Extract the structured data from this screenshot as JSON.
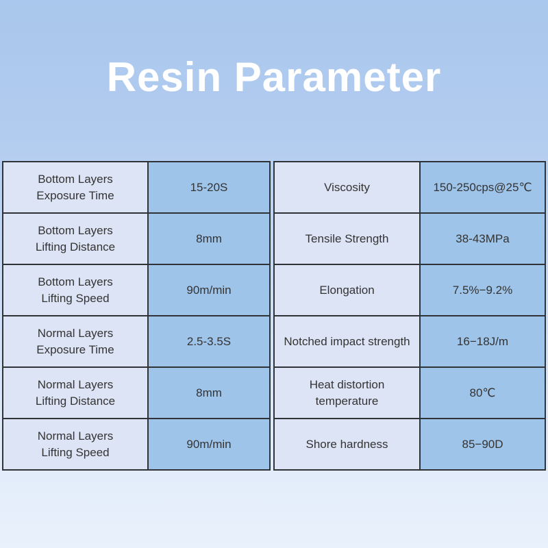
{
  "title": "Resin Parameter",
  "colors": {
    "background_top": "#a9c7ec",
    "background_bottom": "#e9f1fc",
    "label_cell": "#dde4f6",
    "value_cell": "#9fc4e9",
    "border": "#2f3338",
    "title_text": "#ffffff",
    "cell_text": "#333333"
  },
  "left_table": {
    "rows": [
      {
        "label_line1": "Bottom Layers",
        "label_line2": "Exposure Time",
        "value": "15-20S"
      },
      {
        "label_line1": "Bottom Layers",
        "label_line2": "Lifting Distance",
        "value": "8mm"
      },
      {
        "label_line1": "Bottom Layers",
        "label_line2": "Lifting Speed",
        "value": "90m/min"
      },
      {
        "label_line1": "Normal Layers",
        "label_line2": "Exposure Time",
        "value": "2.5-3.5S"
      },
      {
        "label_line1": "Normal Layers",
        "label_line2": "Lifting Distance",
        "value": "8mm"
      },
      {
        "label_line1": "Normal Layers",
        "label_line2": "Lifting Speed",
        "value": "90m/min"
      }
    ]
  },
  "right_table": {
    "rows": [
      {
        "label": "Viscosity",
        "value": "150-250cps@25℃"
      },
      {
        "label": "Tensile Strength",
        "value": "38-43MPa"
      },
      {
        "label": "Elongation",
        "value": "7.5%−9.2%"
      },
      {
        "label": "Notched impact strength",
        "value": "16−18J/m"
      },
      {
        "label": "Heat distortion temperature",
        "value": "80℃"
      },
      {
        "label": "Shore hardness",
        "value": "85−90D"
      }
    ]
  }
}
